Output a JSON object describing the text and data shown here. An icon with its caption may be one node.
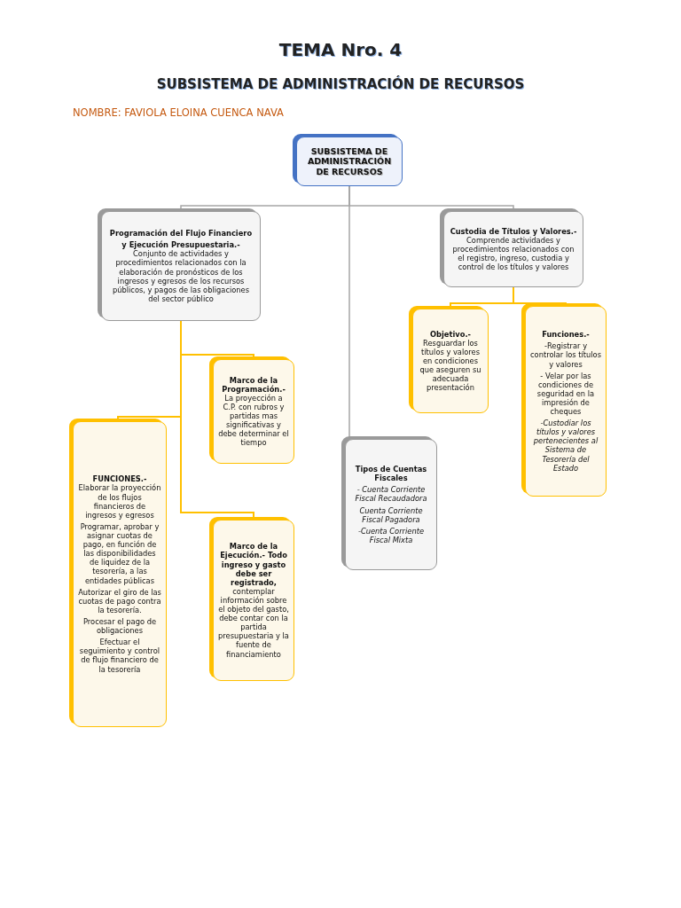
{
  "diagram": {
    "title": "TEMA Nro. 4",
    "labels": [
      "SUBSISTEMA DE ADMINISTRACIÓN DE RECURSOS",
      "NOMBRE: FAVIOLA ELOINA CUENCA NAVA"
    ],
    "nodes": [
      {
        "text": [
          "SUBSISTEMA DE ADMINISTRACIÓN DE RECURSOS"
        ]
      },
      {
        "text": [
          "Programación del Flujo Financiero",
          "**y Ejecución Presupuestaria.-** Conjunto de actividades y procedimientos relacionados con la elaboración de pronósticos de los ingresos y egresos de los recursos públicos, y pagos de las obligaciones del sector público"
        ]
      },
      {
        "text": [
          "**Custodia de Títulos y Valores.-** Comprende actividades y procedimientos relacionados con el registro, ingreso, custodia y control de los títulos y valores"
        ]
      },
      {
        "text": [
          "Tipos de Cuentas Fiscales",
          "*- Cuenta Corriente Fiscal Recaudadora*",
          "*Cuenta Corriente Fiscal Pagadora*",
          "*-Cuenta Corriente Fiscal Mixta*"
        ]
      },
      {
        "text": [
          "**Marco de la Programación.-** La proyección a C.P. con rubros y partidas mas significativas y debe determinar el tiempo"
        ]
      },
      {
        "text": [
          "**FUNCIONES.-** Elaborar la proyección de los flujos financieros de ingresos y egresos",
          "Programar, aprobar y asignar cuotas de pago, en función de las disponibilidades de liquidez de la tesorería, a las entidades públicas",
          "Autorizar el giro de las cuotas de pago contra la tesorería.",
          "Procesar el pago de obligaciones",
          "Efectuar el seguimiento y control de flujo financiero de la tesorería"
        ]
      },
      {
        "text": [
          "**Marco de la Ejecución.- Todo ingreso y gasto debe ser registrado,** contemplar información sobre el objeto del gasto, debe contar con la partida presupuestaria y la fuente de financiamiento"
        ]
      },
      {
        "text": [
          "**Objetivo.-** Resguardar los títulos y valores en condiciones que aseguren su adecuada presentación"
        ]
      },
      {
        "text": [
          "Funciones.-",
          "-Registrar y controlar los títulos y valores",
          "- Velar por las condiciones de seguridad en la impresión de cheques",
          "*-Custodiar los títulos y valores pertenecientes al Sistema de Tesorería del Estado*"
        ]
      }
    ],
    "edges": [
      {
        "from": 0,
        "to": 1,
        "arrow": "none",
        "color": "#a6a6a6"
      },
      {
        "from": 0,
        "to": 2,
        "arrow": "none",
        "color": "#a6a6a6"
      },
      {
        "from": 0,
        "to": 3,
        "arrow": "none",
        "color": "#a6a6a6"
      },
      {
        "from": 1,
        "to": 4,
        "arrow": "none"
      },
      {
        "from": 1,
        "to": 5,
        "arrow": "none"
      },
      {
        "from": 1,
        "to": 6,
        "arrow": "none"
      },
      {
        "from": 2,
        "to": 7,
        "arrow": "none"
      },
      {
        "from": 2,
        "to": 8,
        "arrow": "none"
      }
    ]
  }
}
